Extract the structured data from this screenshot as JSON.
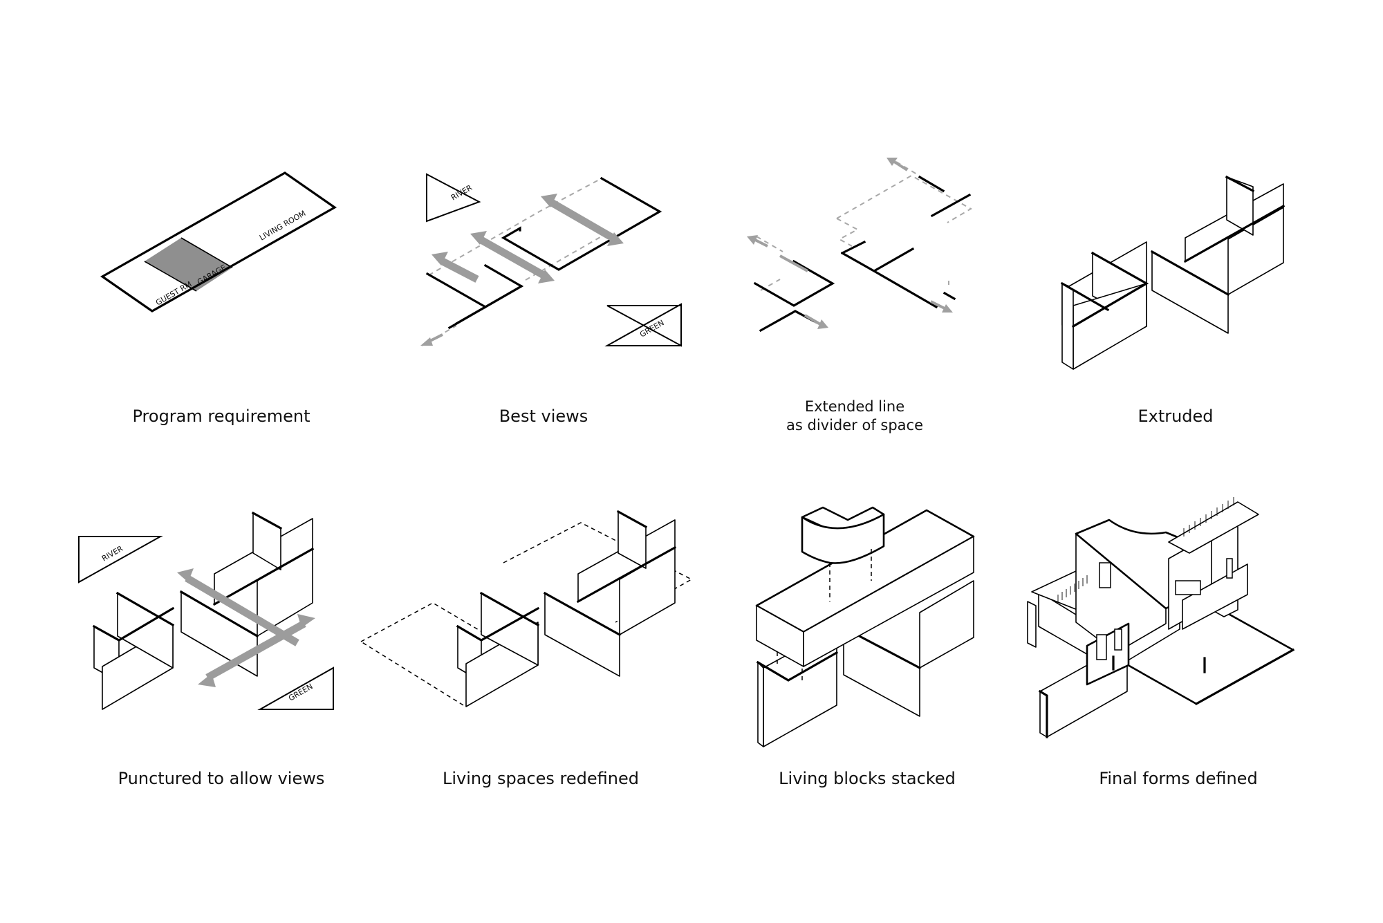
{
  "panels": [
    {
      "caption": [
        "Program requirement"
      ],
      "labels": [
        "GUEST RM",
        "GARAGE",
        "LIVING ROOM"
      ]
    },
    {
      "caption": [
        "Best views"
      ],
      "labels": [
        "RIVER",
        "GREEN"
      ]
    },
    {
      "caption": [
        "Extended line",
        "as divider of space"
      ]
    },
    {
      "caption": [
        "Extruded"
      ]
    },
    {
      "caption": [
        "Punctured to allow views"
      ],
      "labels": [
        "RIVER",
        "GREEN"
      ]
    },
    {
      "caption": [
        "Living spaces redefined"
      ]
    },
    {
      "caption": [
        "Living blocks stacked"
      ]
    },
    {
      "caption": [
        "Final forms defined"
      ]
    }
  ]
}
